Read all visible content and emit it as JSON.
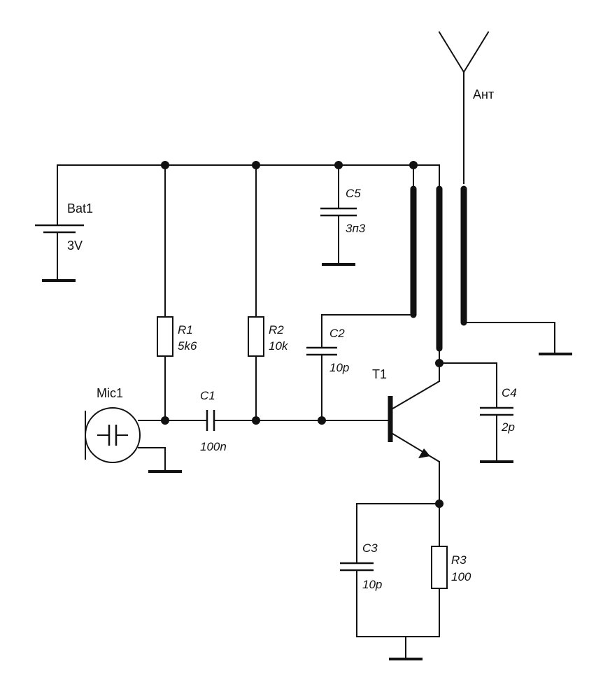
{
  "labels": {
    "antenna": "Ант",
    "battery_name": "Bat1",
    "battery_value": "3V",
    "mic": "Mic1",
    "r1_name": "R1",
    "r1_value": "5k6",
    "r2_name": "R2",
    "r2_value": "10k",
    "r3_name": "R3",
    "r3_value": "100",
    "c1_name": "C1",
    "c1_value": "100n",
    "c2_name": "C2",
    "c2_value": "10p",
    "c3_name": "C3",
    "c3_value": "10p",
    "c4_name": "C4",
    "c4_value": "2p",
    "c5_name": "C5",
    "c5_value": "3п3",
    "transistor": "T1"
  }
}
